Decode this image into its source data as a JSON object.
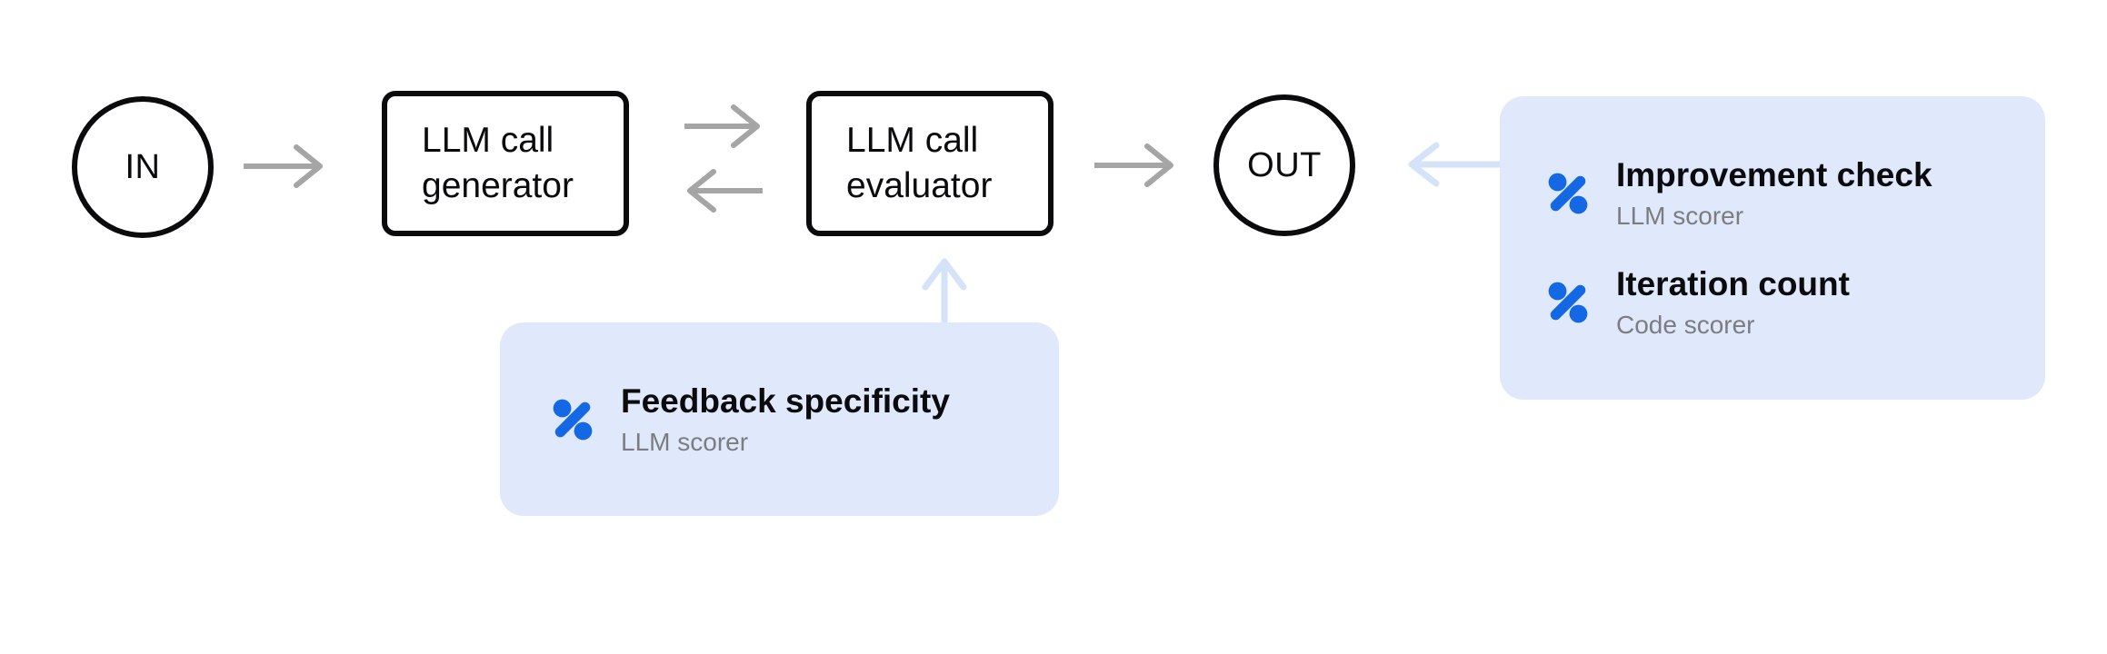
{
  "nodes": {
    "in": {
      "label": "IN"
    },
    "generator": {
      "line1": "LLM call",
      "line2": "generator"
    },
    "evaluator": {
      "line1": "LLM call",
      "line2": "evaluator"
    },
    "out": {
      "label": "OUT"
    }
  },
  "panels": {
    "evaluator_scorers": {
      "items": [
        {
          "icon": "scorer-percent-icon",
          "title": "Feedback specificity",
          "subtitle": "LLM scorer"
        }
      ]
    },
    "output_scorers": {
      "items": [
        {
          "icon": "scorer-percent-icon",
          "title": "Improvement check",
          "subtitle": "LLM scorer"
        },
        {
          "icon": "scorer-percent-icon",
          "title": "Iteration count",
          "subtitle": "Code scorer"
        }
      ]
    }
  },
  "colors": {
    "accent-blue": "#1568E4",
    "panel-bg": "#DFE9FB",
    "arrow-gray": "#A5A5A5",
    "arrow-blue": "#D5E3F8",
    "node-ink": "#0B0B0D",
    "subtitle-gray": "#7D7D80",
    "canvas-bg": "#FFFFFF"
  }
}
